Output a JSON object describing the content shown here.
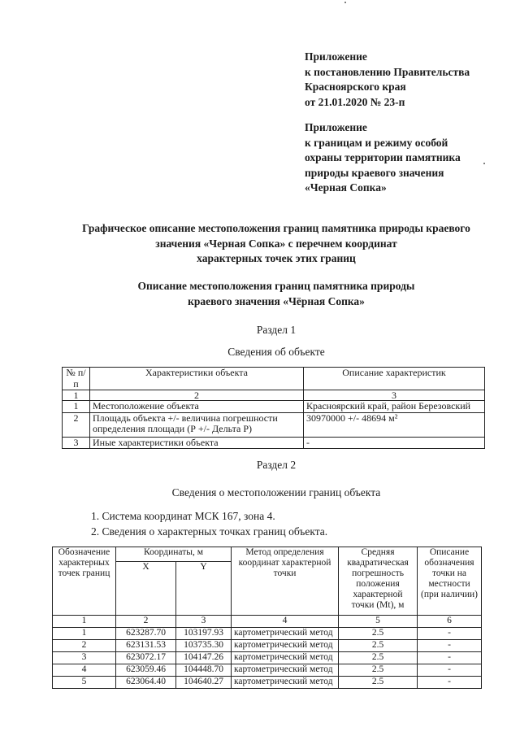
{
  "appendix1": [
    "Приложение",
    "к постановлению Правительства",
    "Красноярского края",
    "от 21.01.2020 № 23-п"
  ],
  "appendix2": [
    "Приложение",
    "к границам и режиму особой",
    "охраны территории памятника",
    "природы краевого значения",
    "«Черная Сопка»"
  ],
  "title": [
    "Графическое описание местоположения границ памятника природы краевого",
    "значения «Черная Сопка» с перечнем координат",
    "характерных точек этих границ"
  ],
  "subtitle": [
    "Описание местоположения границ памятника природы",
    "краевого значения «Чёрная Сопка»"
  ],
  "section1": {
    "heading": "Раздел 1",
    "subheading": "Сведения об объекте"
  },
  "table1": {
    "headers": [
      "№ п/п",
      "Характеристики объекта",
      "Описание характеристик"
    ],
    "numbering": [
      "1",
      "2",
      "3"
    ],
    "rows": [
      [
        "1",
        "Местоположение объекта",
        "Красноярский край, район Березовский"
      ],
      [
        "2",
        "Площадь объекта +/- величина погрешности определения площади (Р +/- Дельта Р)",
        "30970000 +/- 48694 м²"
      ],
      [
        "3",
        "Иные характеристики объекта",
        "-"
      ]
    ]
  },
  "section2": {
    "heading": "Раздел 2",
    "subheading": "Сведения о местоположении границ объекта",
    "note1": "1. Система координат МСК 167, зона 4.",
    "note2": "2. Сведения о характерных точках границ объекта."
  },
  "table2": {
    "col_point": "Обозначение характерных точек границ",
    "col_coords": "Координаты, м",
    "col_x": "X",
    "col_y": "Y",
    "col_method": "Метод определения координат характерной точки",
    "col_mt": "Средняя квадратическая погрешность положения характерной точки (Mt), м",
    "col_desc": "Описание обозначения точки на местности (при наличии)",
    "numbering": [
      "1",
      "2",
      "3",
      "4",
      "5",
      "6"
    ],
    "rows": [
      [
        "1",
        "623287.70",
        "103197.93",
        "картометрический метод",
        "2.5",
        "-"
      ],
      [
        "2",
        "623131.53",
        "103735.30",
        "картометрический метод",
        "2.5",
        "-"
      ],
      [
        "3",
        "623072.17",
        "104147.26",
        "картометрический метод",
        "2.5",
        "-"
      ],
      [
        "4",
        "623059.46",
        "104448.70",
        "картометрический метод",
        "2.5",
        "-"
      ],
      [
        "5",
        "623064.40",
        "104640.27",
        "картометрический метод",
        "2.5",
        "-"
      ]
    ]
  }
}
